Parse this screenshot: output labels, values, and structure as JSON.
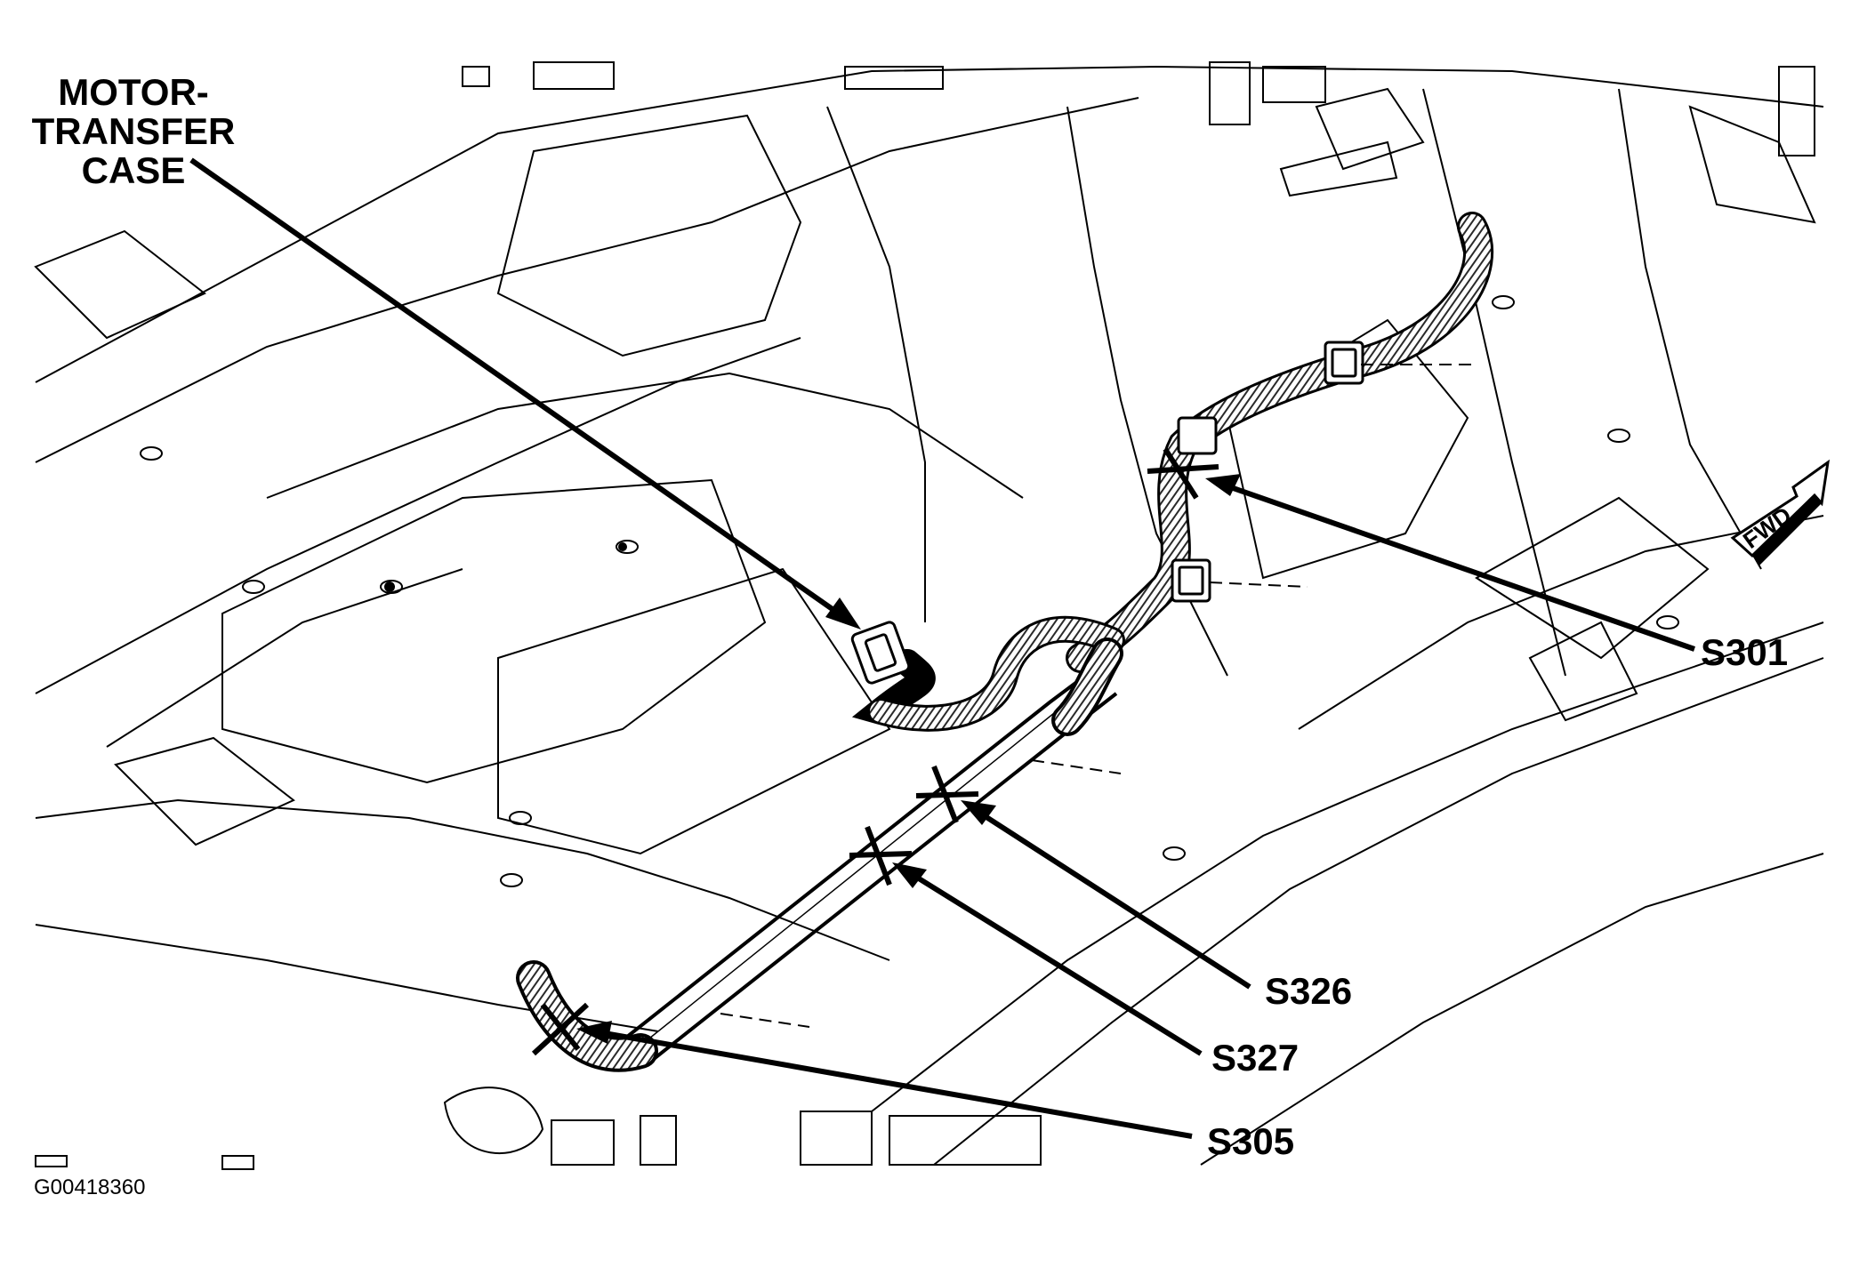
{
  "labels": {
    "motor_line1": "MOTOR-",
    "motor_line2": "TRANSFER",
    "motor_line3": "CASE",
    "s301": "S301",
    "s326": "S326",
    "s327": "S327",
    "s305": "S305"
  },
  "direction_arrow": {
    "text": "FWD"
  },
  "figure_id": "G00418360",
  "colors": {
    "ink": "#000000",
    "paper": "#ffffff",
    "hatch": "#2a2a2a"
  }
}
